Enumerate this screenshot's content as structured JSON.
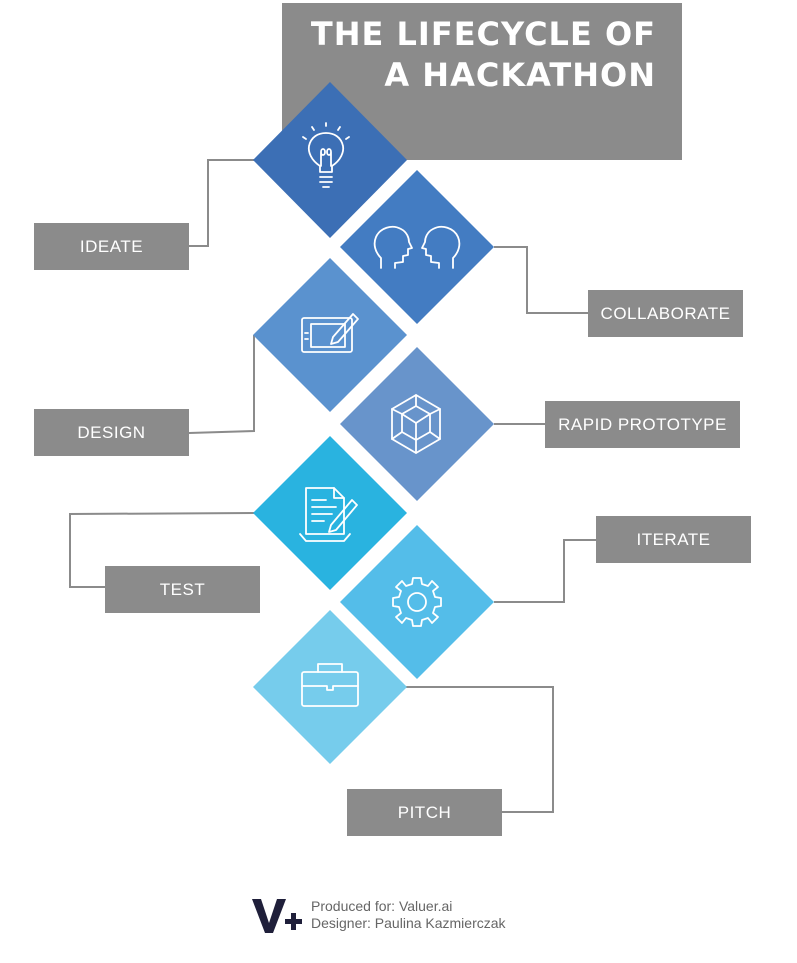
{
  "title": {
    "line1": "THE LIFECYCLE OF",
    "line2": "A HACKATHON"
  },
  "steps": [
    {
      "label": "IDEATE",
      "icon": "lightbulb-icon",
      "color": "#3c6fb5"
    },
    {
      "label": "COLLABORATE",
      "icon": "two-heads-icon",
      "color": "#437cc2"
    },
    {
      "label": "DESIGN",
      "icon": "drawing-tablet-icon",
      "color": "#5a92cf"
    },
    {
      "label": "RAPID PROTOTYPE",
      "icon": "cube-icon",
      "color": "#6894cb"
    },
    {
      "label": "TEST",
      "icon": "document-pen-icon",
      "color": "#29b3e0"
    },
    {
      "label": "ITERATE",
      "icon": "gear-icon",
      "color": "#54bde9"
    },
    {
      "label": "PITCH",
      "icon": "briefcase-icon",
      "color": "#76ccec"
    }
  ],
  "colors": {
    "label_box": "#8b8b8b",
    "connector": "#8b8b8b"
  },
  "footer": {
    "logo_text": "V+",
    "produced_for": "Produced for: Valuer.ai",
    "designer": "Designer: Paulina Kazmierczak"
  }
}
